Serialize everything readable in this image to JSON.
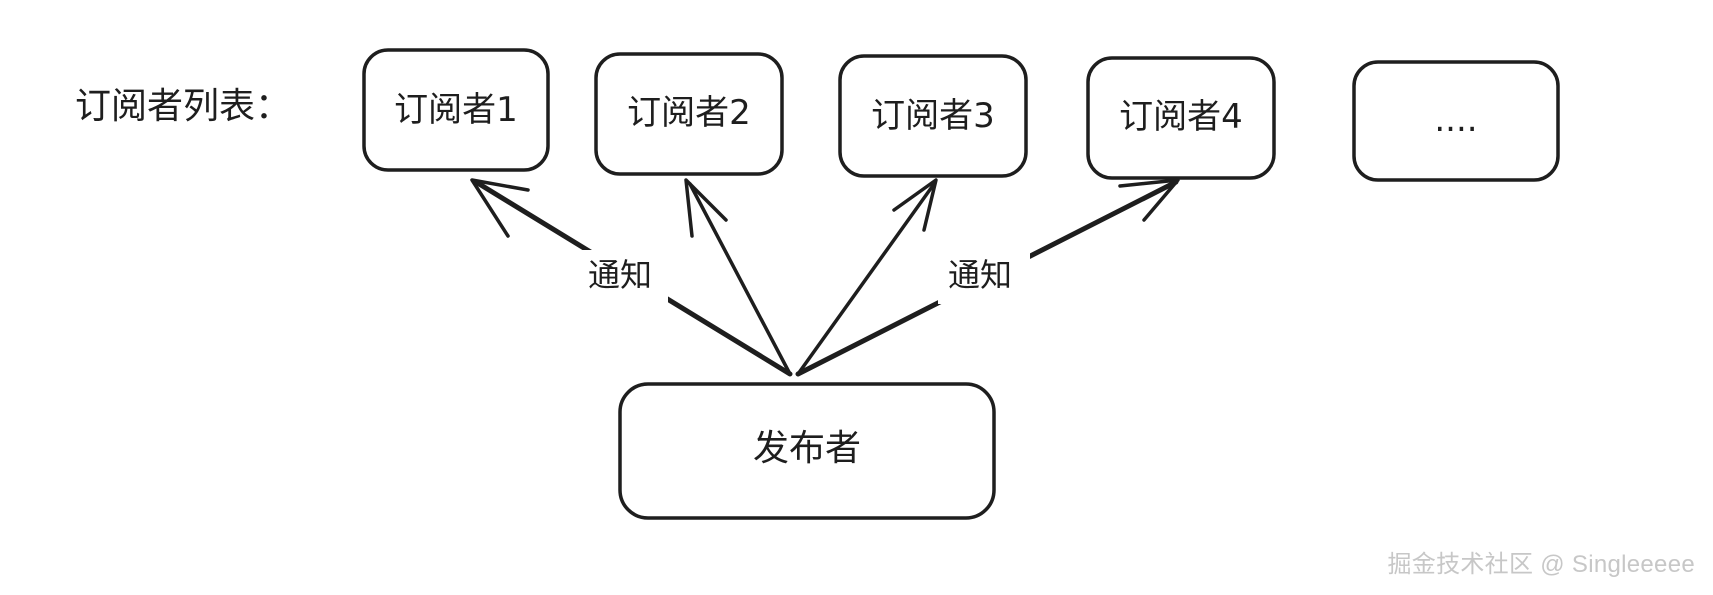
{
  "diagram": {
    "list_label": "订阅者列表：",
    "subscribers": [
      "订阅者1",
      "订阅者2",
      "订阅者3",
      "订阅者4",
      "...."
    ],
    "publisher": "发布者",
    "notify_labels": [
      "通知",
      "通知"
    ],
    "stroke_color": "#1e1e1e",
    "background": "#ffffff"
  },
  "watermark": "掘金技术社区 @ Singleeeee"
}
